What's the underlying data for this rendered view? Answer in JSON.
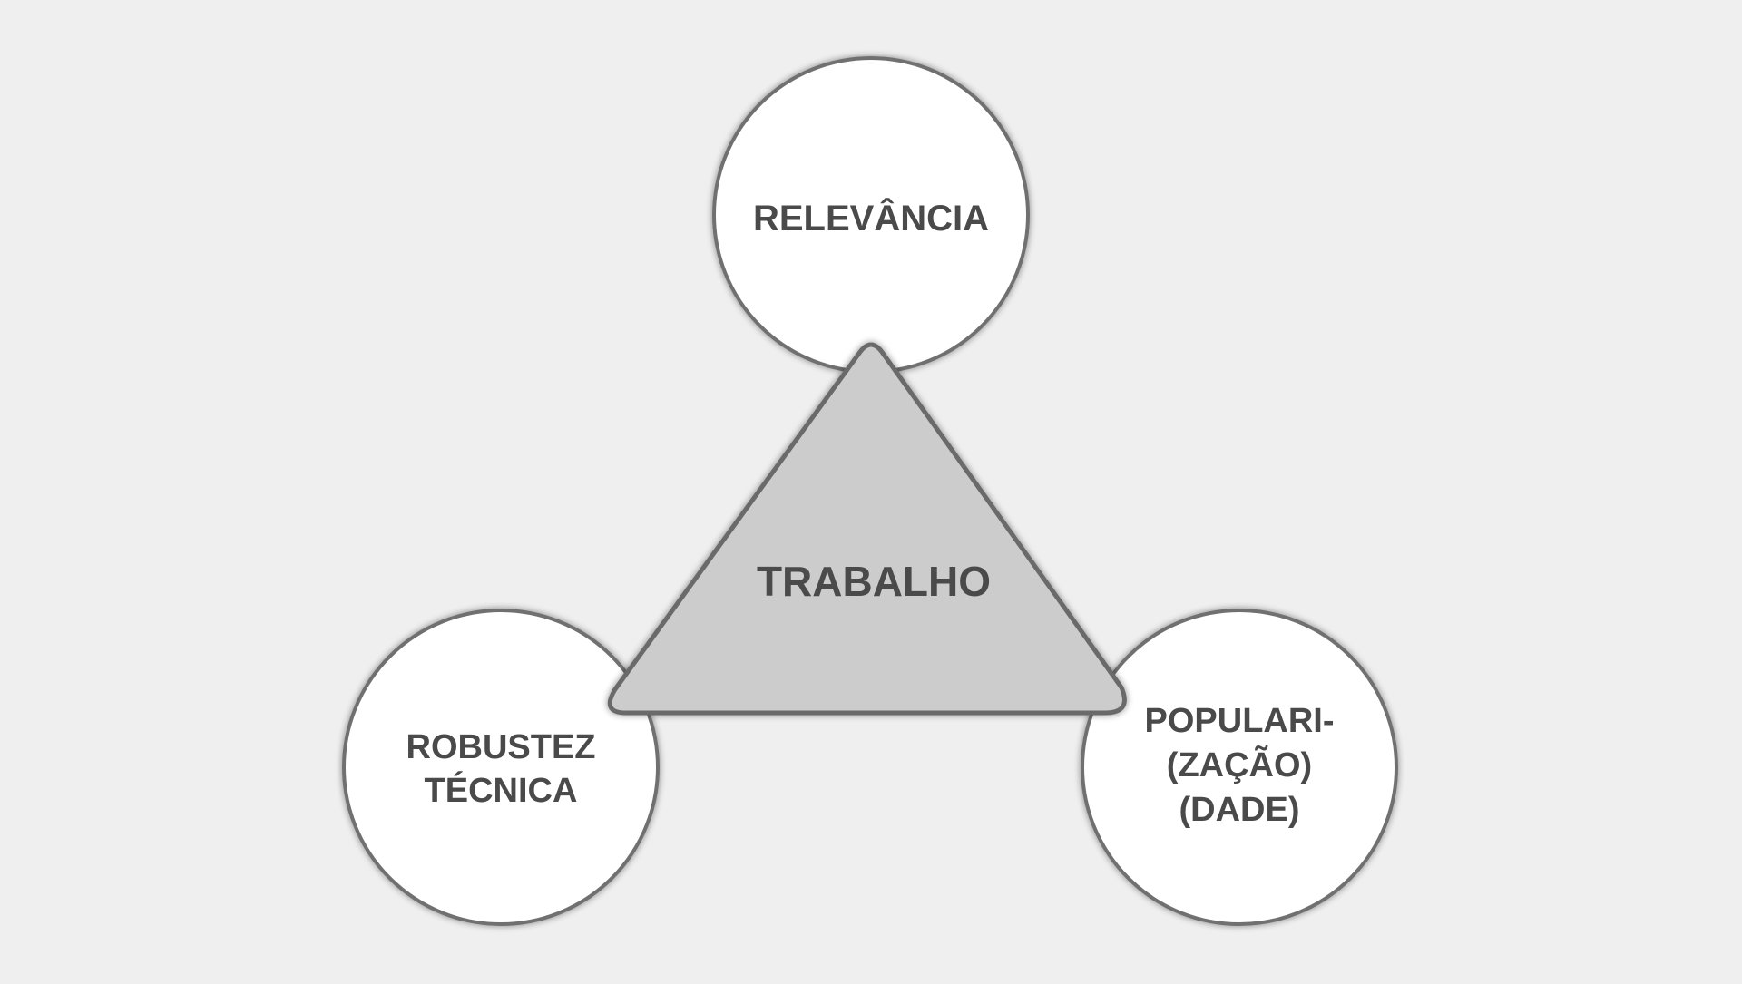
{
  "diagram": {
    "center": {
      "label": "TRABALHO"
    },
    "nodes": {
      "top": {
        "lines": [
          "RELEVÂNCIA"
        ]
      },
      "left": {
        "lines": [
          "ROBUSTEZ",
          "TÉCNICA"
        ]
      },
      "right": {
        "lines": [
          "POPULARI-",
          "(ZAÇÃO)",
          "(DADE)"
        ]
      }
    }
  },
  "colors": {
    "background": "#efefef",
    "circle_fill": "#ffffff",
    "stroke": "#707070",
    "triangle_fill": "#cccccc",
    "text": "#4a4a4a"
  }
}
